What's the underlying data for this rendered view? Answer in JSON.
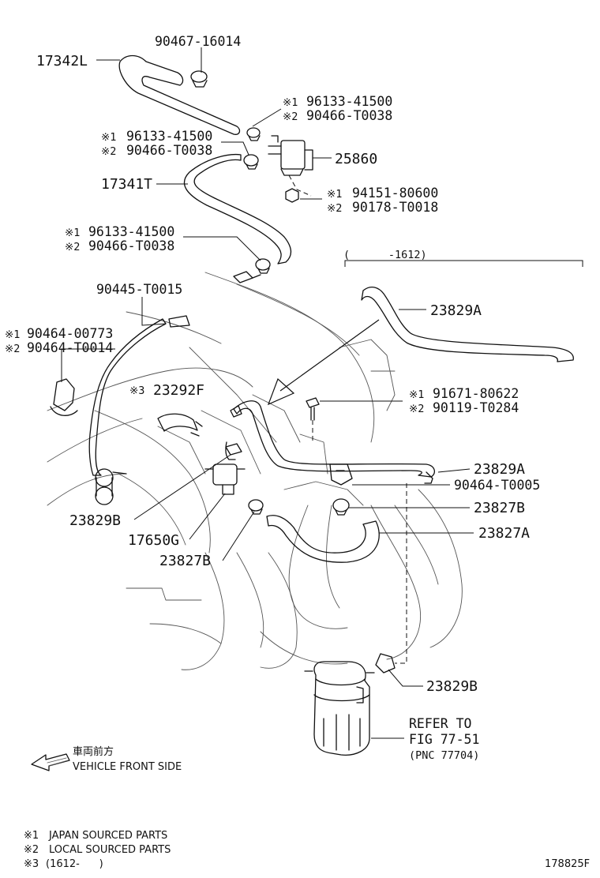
{
  "symbols": {
    "japan": "※1",
    "local": "※2",
    "s3": "※3"
  },
  "labels": {
    "p90467_16014": "90467-16014",
    "p17342L": "17342L",
    "p96133_41500_a": "96133-41500",
    "p90466_T0038_a": "90466-T0038",
    "p96133_41500_b": "96133-41500",
    "p90466_T0038_b": "90466-T0038",
    "p25860": "25860",
    "p17341T": "17341T",
    "p94151_80600": "94151-80600",
    "p90178_T0018": "90178-T0018",
    "p96133_41500_c": "96133-41500",
    "p90466_T0038_c": "90466-T0038",
    "p1612_range": "(      -1612)",
    "p90445_T0015": "90445-T0015",
    "p23829A_top": "23829A",
    "p90464_00773": "90464-00773",
    "p90464_T0014": "90464-T0014",
    "p23292F": "23292F",
    "p91671_80622": "91671-80622",
    "p90119_T0284": "90119-T0284",
    "p23829A_mid": "23829A",
    "p90464_T0005": "90464-T0005",
    "p23827B_right": "23827B",
    "p23829B_left": "23829B",
    "p23827A": "23827A",
    "p17650G": "17650G",
    "p23827B_left": "23827B",
    "p23829B_bottom": "23829B"
  },
  "refer": {
    "line1": "REFER TO",
    "line2": "FIG 77-51 ",
    "line3": "(PNC 77704)"
  },
  "front": {
    "jp": "車両前方",
    "en": "VEHICLE FRONT SIDE"
  },
  "legend": {
    "n1": "JAPAN SOURCED PARTS",
    "n2": "LOCAL SOURCED PARTS",
    "n3": "(1612-      )"
  },
  "figure_id": "178825F"
}
